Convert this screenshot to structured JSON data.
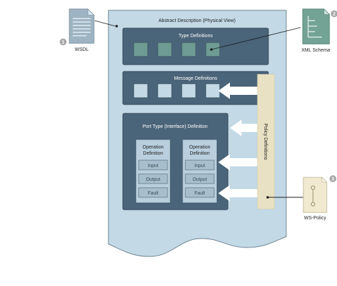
{
  "colors": {
    "page_bg": "#ffffff",
    "doc_panel": "#c3d9e6",
    "doc_border": "#6d8391",
    "box_dark": "#4a6479",
    "box_dark_border": "#34495a",
    "type_square": "#6e9c93",
    "msg_square": "#c3d9e6",
    "op_box": "#b9cfde",
    "op_row": "#a7bfcd",
    "policy_bar": "#e9e1c3",
    "arrow": "#ffffff",
    "connector": "#1a1a1a",
    "badge": "#a7a7a7",
    "text_light": "#ffffff",
    "text_dark": "#1f1f1f"
  },
  "icons": {
    "wsdl": "document-icon",
    "xml_schema": "schema-document-icon",
    "ws_policy": "policy-document-icon"
  },
  "labels": {
    "wsdl": "WSDL",
    "xml_schema": "XML Schema",
    "ws_policy": "WS-Policy",
    "abstract_description": "Abstract Description (Physical View)",
    "type_definitions": "Type Definitions",
    "message_definitions": "Message Definitions",
    "port_type_definition": "Port Type (Interface) Definition",
    "policy_definitions": "Policy Definitions"
  },
  "badges": {
    "wsdl": "1",
    "xml_schema": "2",
    "ws_policy": "3"
  },
  "operations": [
    {
      "title_line1": "Operation",
      "title_line2": "Definition",
      "rows": [
        "Input",
        "Output",
        "Fault"
      ]
    },
    {
      "title_line1": "Operation",
      "title_line2": "Definition",
      "rows": [
        "Input",
        "Output",
        "Fault"
      ]
    }
  ]
}
